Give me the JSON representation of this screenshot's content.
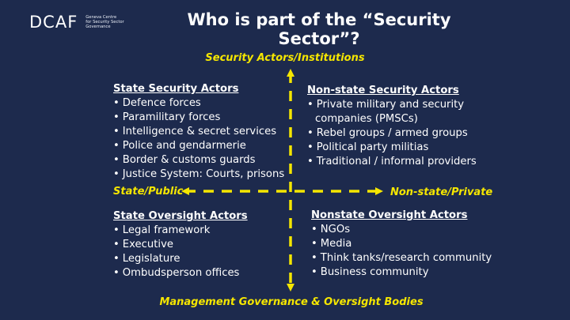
{
  "logo": {
    "mark": "DCAF",
    "subtitle_lines": [
      "Geneva Centre",
      "for Security Sector",
      "Governance"
    ]
  },
  "title": "Who is part of the “Security Sector”?",
  "labels": {
    "top": "Security Actors/Institutions",
    "bottom": "Management Governance & Oversight Bodies",
    "left": "State/Public",
    "right": "Non-state/Private"
  },
  "quadrants": {
    "state_security": {
      "heading": "State Security Actors",
      "items": [
        "Defence forces",
        "Paramilitary forces",
        "Intelligence & secret services",
        "Police and gendarmerie",
        "Border & customs guards",
        "Justice System: Courts, prisons"
      ]
    },
    "nonstate_security": {
      "heading": "Non-state Security Actors",
      "items": [
        "Private military and security",
        "companies (PMSCs)",
        "Rebel groups / armed groups",
        "Political party militias",
        "Traditional / informal providers"
      ]
    },
    "state_oversight": {
      "heading": "State Oversight Actors",
      "items": [
        "Legal framework",
        "Executive",
        "Legislature",
        "Ombudsperson offices"
      ]
    },
    "nonstate_oversight": {
      "heading": "Nonstate Oversight Actors",
      "items": [
        "NGOs",
        "Media",
        "Think tanks/research community",
        "Business community"
      ]
    }
  },
  "colors": {
    "background": "#1d2a4d",
    "accent": "#f5e600",
    "text": "#ffffff"
  }
}
